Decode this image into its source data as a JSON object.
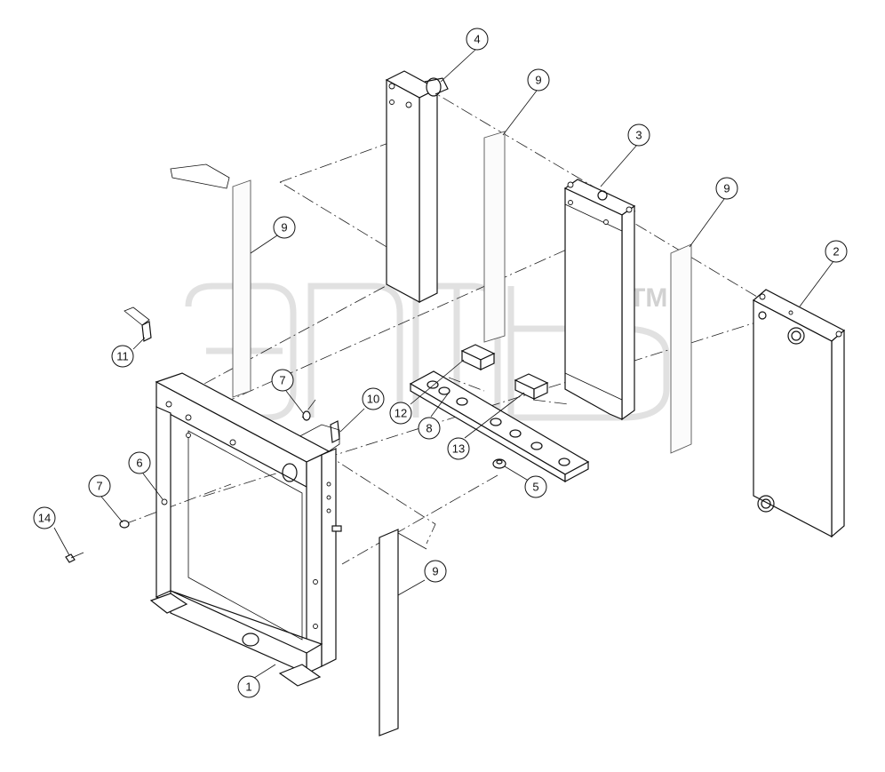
{
  "watermark": {
    "trademark": "TM"
  },
  "callouts": [
    {
      "id": "c1",
      "label": "1"
    },
    {
      "id": "c2",
      "label": "2"
    },
    {
      "id": "c3",
      "label": "3"
    },
    {
      "id": "c4",
      "label": "4"
    },
    {
      "id": "c5",
      "label": "5"
    },
    {
      "id": "c6",
      "label": "6"
    },
    {
      "id": "c7a",
      "label": "7"
    },
    {
      "id": "c7b",
      "label": "7"
    },
    {
      "id": "c8",
      "label": "8"
    },
    {
      "id": "c9a",
      "label": "9"
    },
    {
      "id": "c9b",
      "label": "9"
    },
    {
      "id": "c9c",
      "label": "9"
    },
    {
      "id": "c9d",
      "label": "9"
    },
    {
      "id": "c10",
      "label": "10"
    },
    {
      "id": "c11",
      "label": "11"
    },
    {
      "id": "c12",
      "label": "12"
    },
    {
      "id": "c13",
      "label": "13"
    },
    {
      "id": "c14",
      "label": "14"
    }
  ]
}
